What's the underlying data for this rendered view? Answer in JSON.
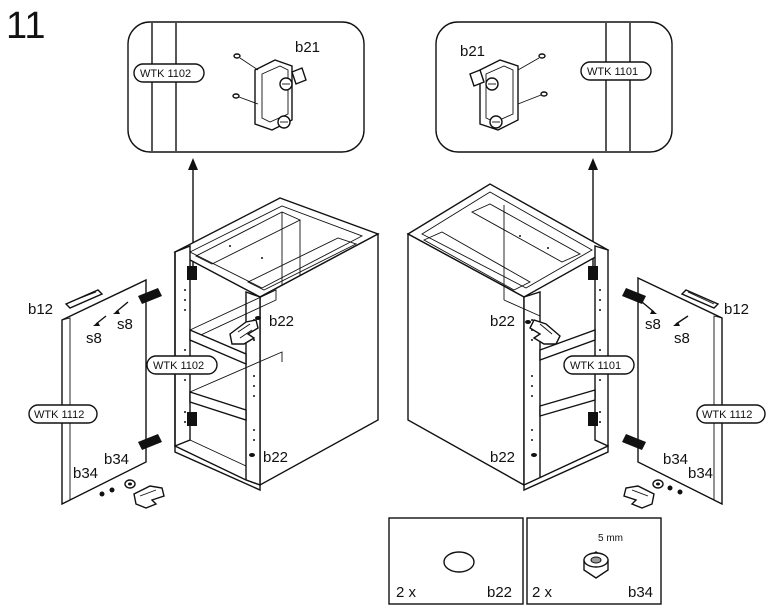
{
  "step_number": "11",
  "parts": {
    "b21": "b21",
    "b22": "b22",
    "b12": "b12",
    "s8": "s8",
    "b34": "b34"
  },
  "panels": {
    "left": "WTK 1102",
    "right": "WTK 1101",
    "door": "WTK 1112"
  },
  "legend": [
    {
      "qty": "2 x",
      "part": "b22"
    },
    {
      "qty": "2 x",
      "part": "b34",
      "note": "5 mm"
    }
  ]
}
